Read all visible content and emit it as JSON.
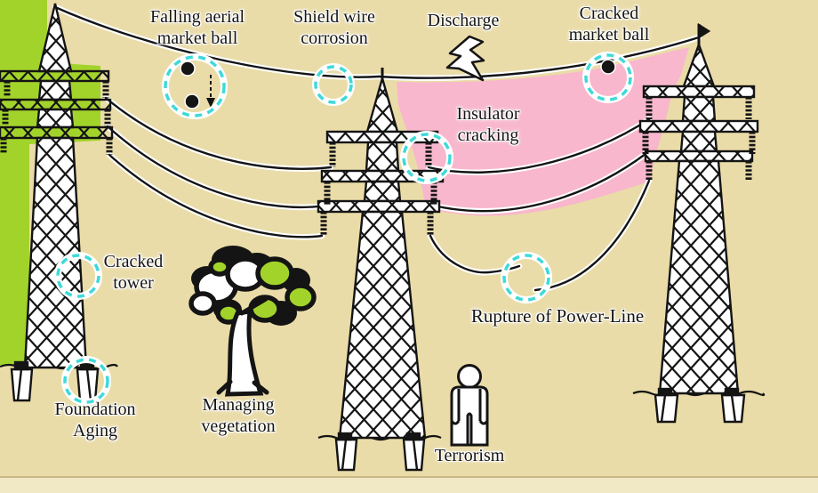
{
  "figure": {
    "type": "transmission-line-failure-modes-diagram",
    "colors": {
      "background": "#EADCA8",
      "ground_strip": "#F1E8C6",
      "vegetation_green": "#A2D32B",
      "fault_zone_pink": "#F8B7CD",
      "highlight_cyan": "#3FD9D9",
      "line_black": "#141414"
    },
    "labels": {
      "falling_ball": "Falling aerial\nmarket ball",
      "shield_corrosion": "Shield wire\ncorrosion",
      "discharge": "Discharge",
      "cracked_ball": "Cracked\nmarket ball",
      "insulator_cracking": "Insulator\ncracking",
      "cracked_tower": "Cracked\ntower",
      "foundation_aging": "Foundation\nAging",
      "managing_vegetation": "Managing\nvegetation",
      "rupture": "Rupture of Power-Line",
      "terrorism": "Terrorism"
    }
  }
}
